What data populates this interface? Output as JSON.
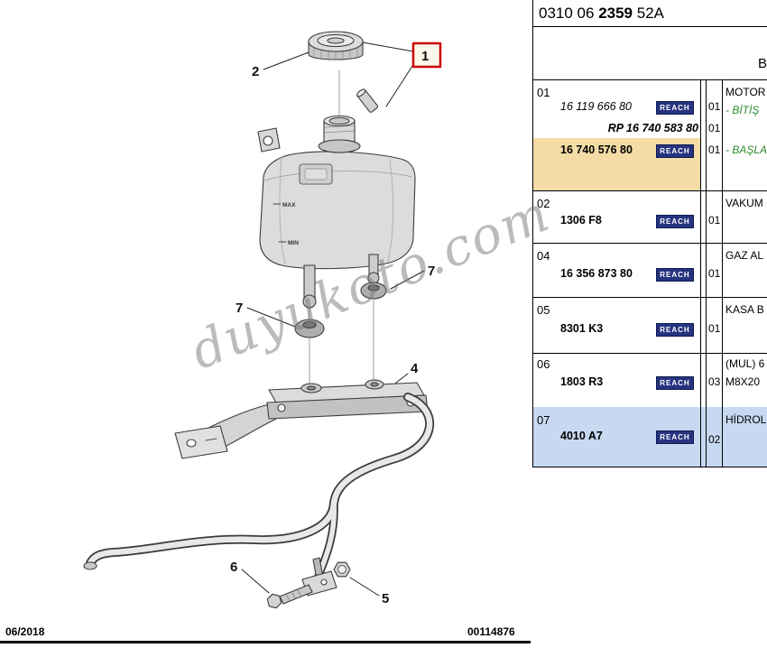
{
  "accent_colors": {
    "highlight_tan": "#f3dca6",
    "highlight_blue": "#c6d9f0",
    "reach_navy": "#26337e",
    "callout_red": "#cc0000",
    "note_green": "#2e8b2e"
  },
  "header": {
    "code_prefix": "0310 06 ",
    "code_bold": "2359",
    "code_suffix": " 52A",
    "partial_text": "B"
  },
  "watermark": "duyukoto.com",
  "diagram": {
    "callouts": {
      "c1": "1",
      "c2": "2",
      "c4": "4",
      "c5": "5",
      "c6": "6",
      "c7": "7"
    },
    "tank_labels": {
      "max": "MAX",
      "min": "MIN"
    }
  },
  "table": {
    "reach_label": "REACH",
    "row01": {
      "item": "01",
      "part_a": "16 119 666 80",
      "qty_a": "01",
      "part_rp": "RP 16 740 583 80",
      "qty_rp": "01",
      "part_b": "16 740 576 80",
      "qty_b": "01",
      "desc_title": "MOTOR",
      "desc_end": "- BİTİŞ",
      "desc_start": "- BAŞLA"
    },
    "row02": {
      "item": "02",
      "part": "1306 F8",
      "qty": "01",
      "desc": "VAKUM"
    },
    "row04": {
      "item": "04",
      "part": "16 356 873 80",
      "qty": "01",
      "desc": "GAZ AL"
    },
    "row05": {
      "item": "05",
      "part": "8301 K3",
      "qty": "01",
      "desc": "KASA B"
    },
    "row06": {
      "item": "06",
      "part": "1803 R3",
      "qty": "03",
      "desc": "(MUL) 6",
      "desc2": "M8X20"
    },
    "row07": {
      "item": "07",
      "part": "4010 A7",
      "qty": "02",
      "desc": "HİDROL"
    }
  },
  "footer": {
    "date": "06/2018",
    "doc_number": "00114876"
  }
}
